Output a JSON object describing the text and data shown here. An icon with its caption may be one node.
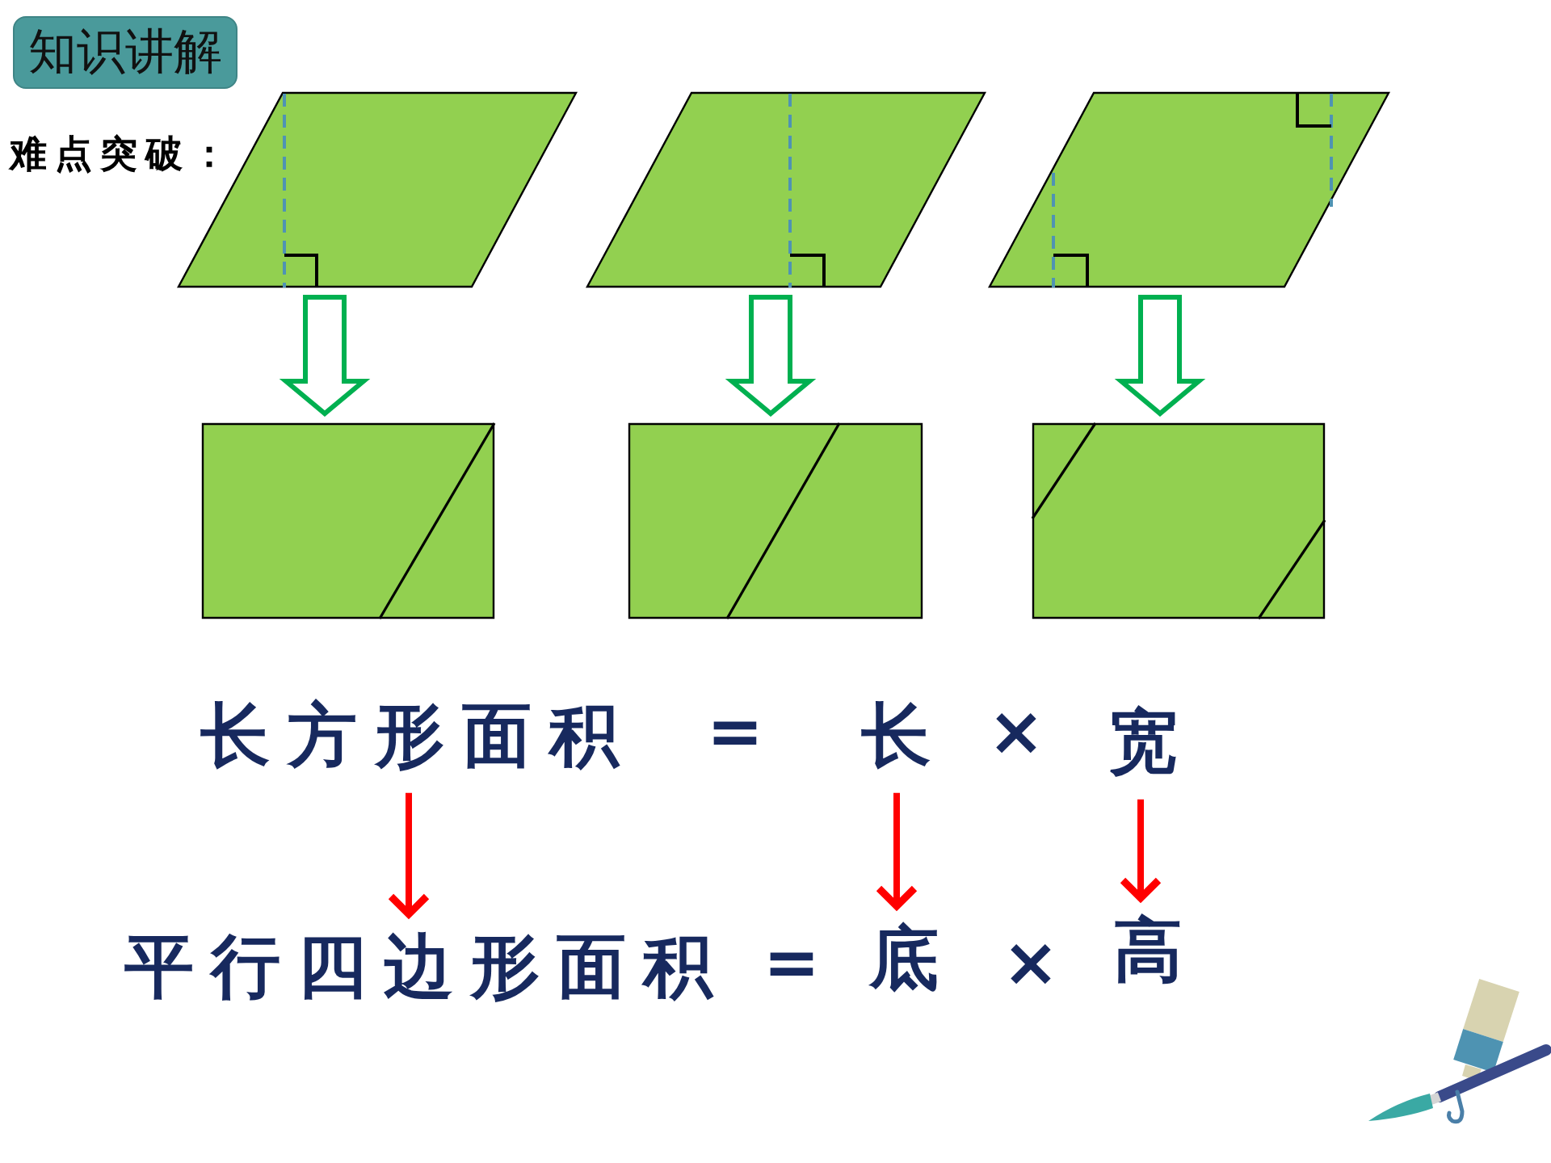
{
  "diagram": {
    "nodes": [
      {
        "text": [
          "知识讲解"
        ]
      },
      {
        "text": [],
        "shape": "parallelogram"
      },
      {
        "text": [],
        "shape": "parallelogram"
      },
      {
        "text": [],
        "shape": "parallelogram"
      },
      {
        "text": [],
        "shape": "rectangle"
      },
      {
        "text": [],
        "shape": "rectangle"
      },
      {
        "text": [],
        "shape": "rectangle"
      },
      {
        "text": [
          "长方形面积"
        ]
      },
      {
        "text": [
          "长"
        ]
      },
      {
        "text": [
          "宽"
        ]
      },
      {
        "text": [
          "平行四边形面积"
        ]
      },
      {
        "text": [
          "底"
        ]
      },
      {
        "text": [
          "高"
        ]
      }
    ],
    "edges": [
      {
        "from": 1,
        "to": 4,
        "arrow": "to",
        "style": "thick",
        "color": "#00b050"
      },
      {
        "from": 2,
        "to": 5,
        "arrow": "to",
        "style": "thick",
        "color": "#00b050"
      },
      {
        "from": 3,
        "to": 6,
        "arrow": "to",
        "style": "thick",
        "color": "#00b050"
      },
      {
        "from": 7,
        "to": 10,
        "arrow": "to",
        "color": "#ff0000"
      },
      {
        "from": 8,
        "to": 11,
        "arrow": "to",
        "color": "#ff0000"
      },
      {
        "from": 9,
        "to": 12,
        "arrow": "to",
        "color": "#ff0000"
      }
    ],
    "labels": [
      "难点突破：",
      "=",
      "×",
      "=",
      "×"
    ]
  }
}
